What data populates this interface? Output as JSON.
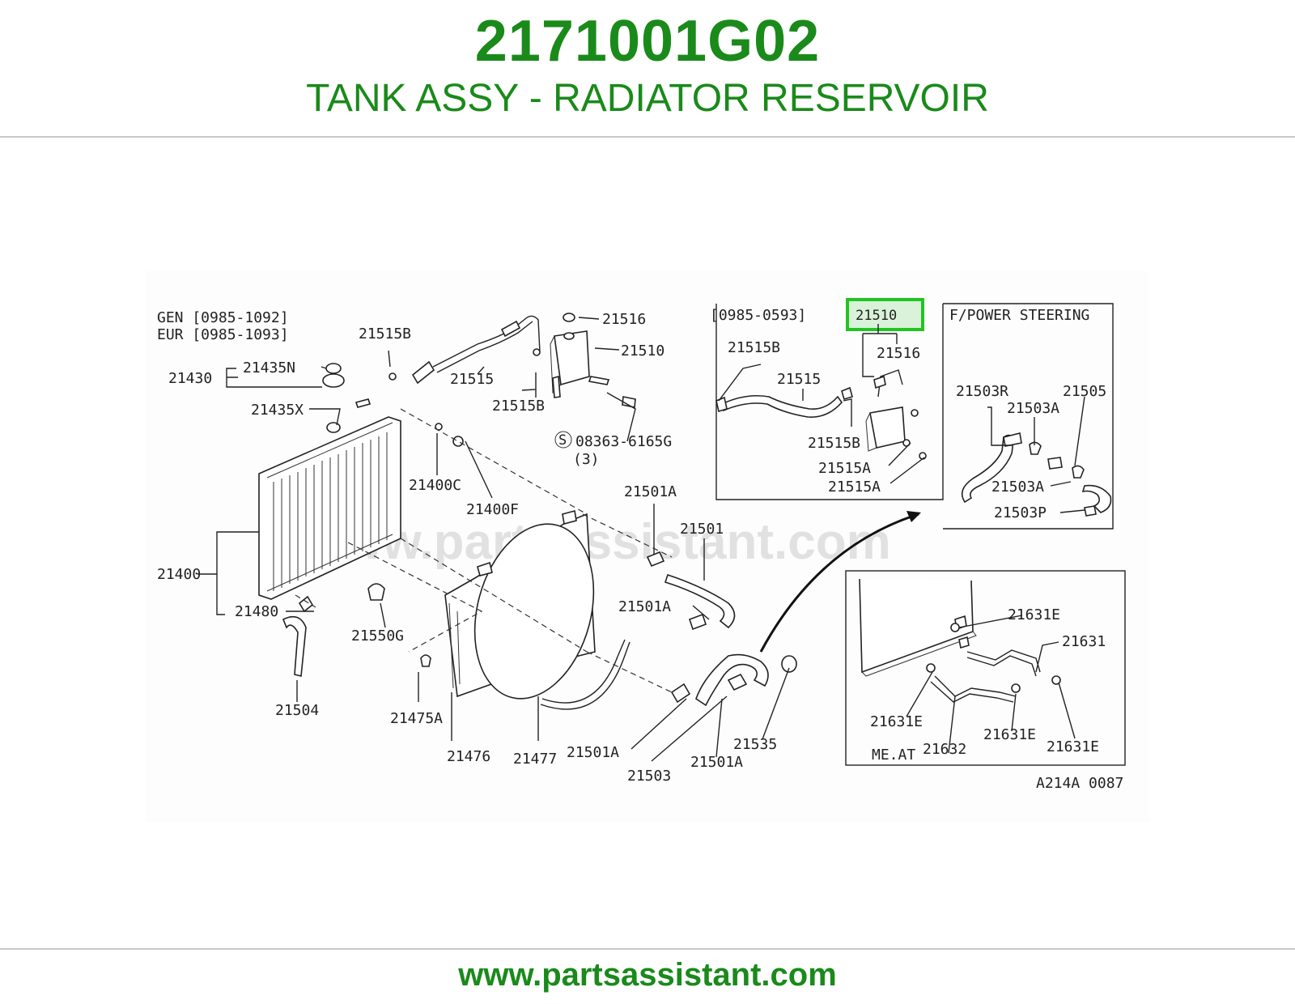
{
  "header": {
    "part_number": "2171001G02",
    "part_name": "TANK ASSY - RADIATOR RESERVOIR"
  },
  "footer": {
    "url": "www.partsassistant.com"
  },
  "diagram": {
    "watermark": "www.partsassistant.com",
    "highlight_color": "#22c422",
    "brand_color": "#1a8a1a",
    "notes": {
      "gen": "GEN [0985-1092]",
      "eur": "EUR [0985-1093]",
      "inset1": "[0985-0593]",
      "inset2": "F/POWER STEERING",
      "inset3": "ME.AT",
      "code": "A214A 0087"
    },
    "labels": {
      "l21515B": "21515B",
      "l21516": "21516",
      "l21510": "21510",
      "l21435N": "21435N",
      "l21430": "21430",
      "l21515": "21515",
      "l21515B2": "21515B",
      "l21435X": "21435X",
      "l08363": "08363-6165G",
      "l08363q": "(3)",
      "l21400C": "21400C",
      "l21400F": "21400F",
      "l21501A1": "21501A",
      "l21501": "21501",
      "l21400": "21400",
      "l21480": "21480",
      "l21501A2": "21501A",
      "l21550G": "21550G",
      "l21504": "21504",
      "l21475A": "21475A",
      "l21476": "21476",
      "l21477": "21477",
      "l21501A3": "21501A",
      "l21503": "21503",
      "l21501A4": "21501A",
      "l21535": "21535",
      "i1_21510": "21510",
      "i1_21515B": "21515B",
      "i1_21516": "21516",
      "i1_21515": "21515",
      "i1_21515B2": "21515B",
      "i1_21515A1": "21515A",
      "i1_21515A2": "21515A",
      "i2_21503R": "21503R",
      "i2_21505": "21505",
      "i2_21503A1": "21503A",
      "i2_21503A2": "21503A",
      "i2_21503P": "21503P",
      "i3_21631E1": "21631E",
      "i3_21631": "21631",
      "i3_21631E2": "21631E",
      "i3_21631E3": "21631E",
      "i3_21631E4": "21631E",
      "i3_21632": "21632"
    }
  }
}
